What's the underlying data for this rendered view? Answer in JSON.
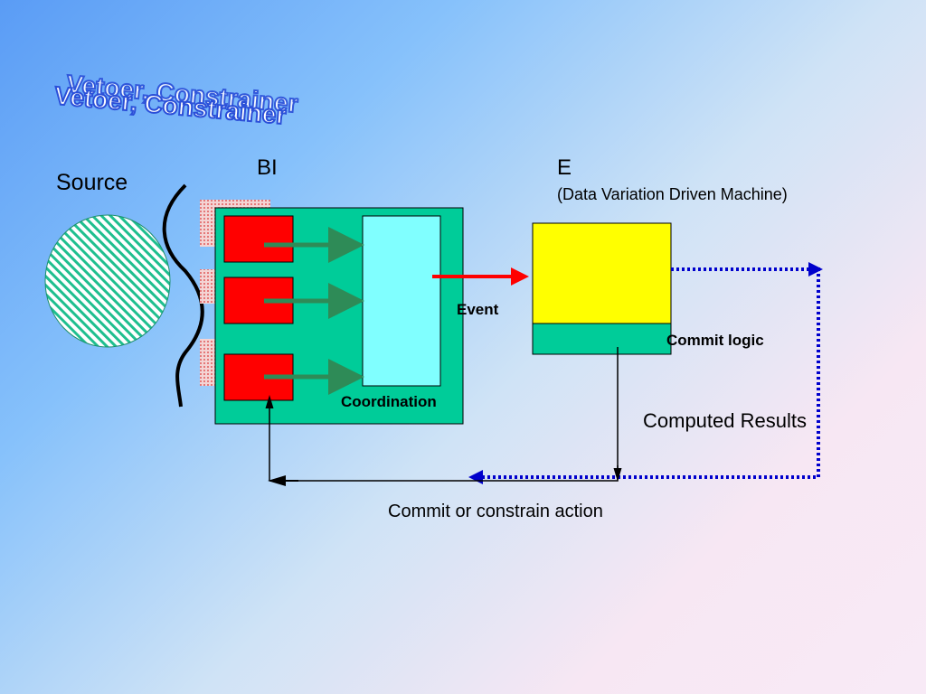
{
  "title": "Vetoer, Constrainer",
  "labels": {
    "source": "Source",
    "bi": "BI",
    "e": "E",
    "e_subtitle": "(Data Variation Driven Machine)",
    "event": "Event",
    "coordination": "Coordination",
    "commit_logic": "Commit logic",
    "computed_results": "Computed Results",
    "commit_action": "Commit or constrain action"
  },
  "colors": {
    "bi_box": "#00cc99",
    "red_cells": "#ff0000",
    "coordination_box": "#80ffff",
    "e_top": "#ffff00",
    "e_bottom": "#00cc99",
    "event_arrow": "#ff0000",
    "dotted_line": "#0000cc",
    "title_outline": "#2b4fd8"
  }
}
